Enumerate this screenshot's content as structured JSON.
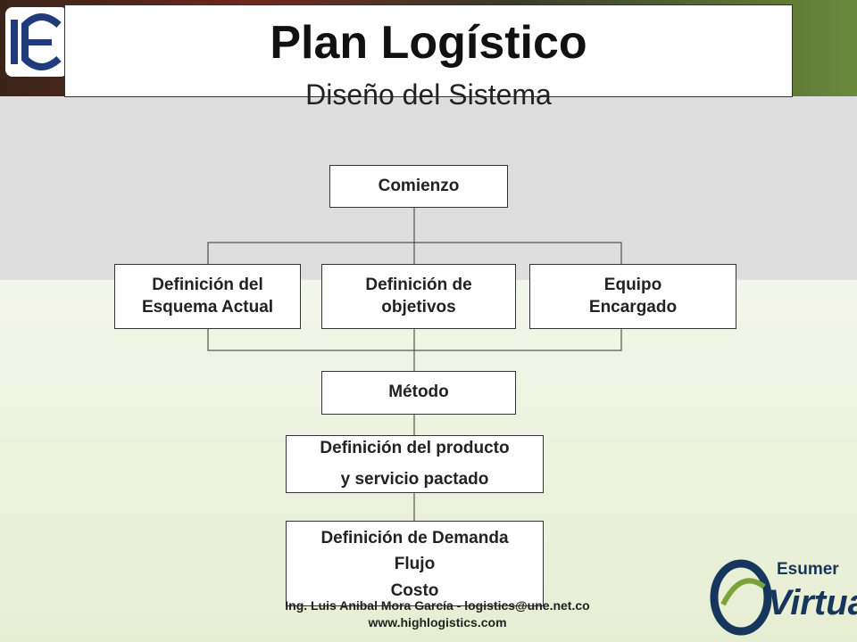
{
  "header": {
    "title": "Plan Logístico",
    "subtitle": "Diseño del Sistema"
  },
  "diagram": {
    "start": "Comienzo",
    "branches": [
      "Definición del\nEsquema Actual",
      "Definición de\nobjetivos",
      "Equipo\nEncargado"
    ],
    "method": "Método",
    "product": "Definición del producto\ny servicio pactado",
    "demand": "Definición de Demanda\nFlujo\nCosto"
  },
  "footer": {
    "line1": "Ing.  Luis Anibal Mora García - logistics@une.net.co",
    "line2": "www.highlogistics.com"
  },
  "logos": {
    "left": "institution-logo",
    "right_top": "Esumer",
    "right_bottom": "Virtual"
  },
  "colors": {
    "box_border": "#333333",
    "brand_blue": "#17365d",
    "brand_green": "#7aa33a"
  }
}
